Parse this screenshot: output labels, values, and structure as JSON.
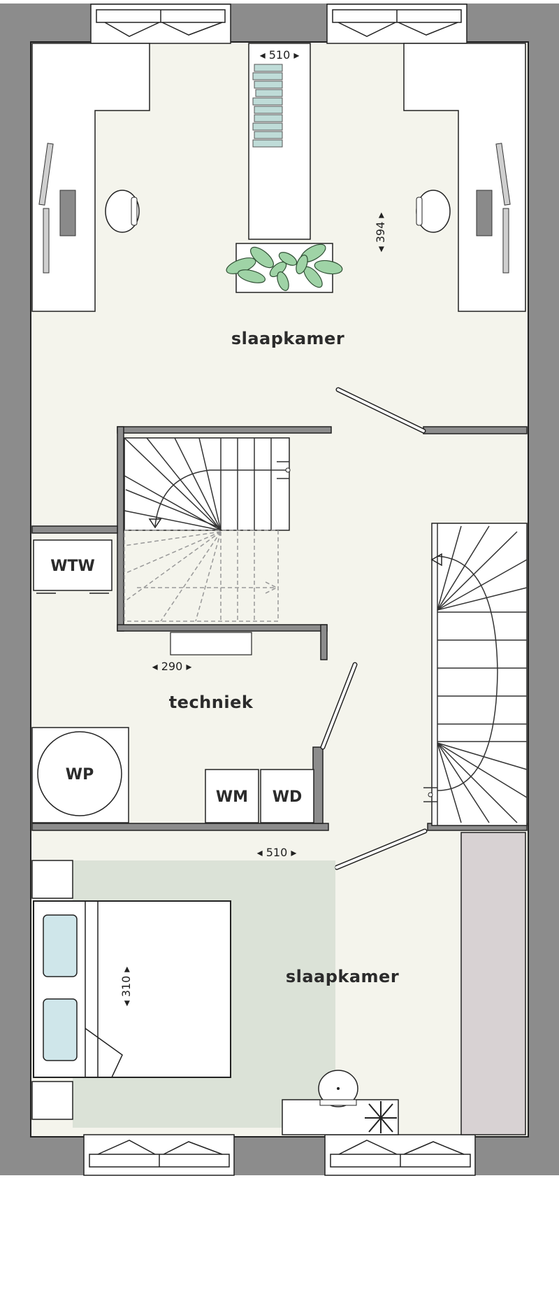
{
  "rooms": {
    "top_bedroom": "slaapkamer",
    "utility": "techniek",
    "bottom_bedroom": "slaapkamer"
  },
  "appliances": {
    "heat_recovery": "WTW",
    "heat_pump": "WP",
    "washing_machine": "WM",
    "dryer": "WD"
  },
  "dimensions": {
    "top_width": "◂ 510 ▸",
    "top_depth": "◂ 394 ▸",
    "utility_width": "◂ 290 ▸",
    "bottom_width": "◂ 510 ▸",
    "bottom_depth": "◂ 310 ▸"
  },
  "colors": {
    "wall": "#8c8c8c",
    "floor": "#f4f4ec",
    "rug": "#d3dcd0",
    "wardrobe": "#d8d2d3",
    "pillow": "#cfe6ea",
    "books": "#bfdcd8",
    "plant": "#9fd3a6"
  }
}
